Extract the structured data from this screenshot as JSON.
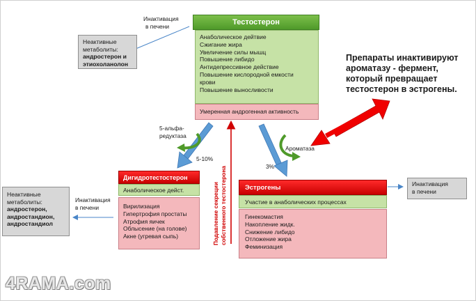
{
  "testosterone": {
    "title": "Тестостерон",
    "effects": [
      "Анаболическое дейтвие",
      "Сжигание жира",
      "Увеличение силы мышц",
      "Повышение либидо",
      "Антидепрессивное действие",
      "Повышение кислородной  емкости",
      "крови",
      "Повышение выносливости"
    ],
    "activity": "Умеренная андрогенная активность"
  },
  "top_inactivation": [
    "Инактивация",
    "в печени"
  ],
  "top_metabolites": {
    "line1": "Неактивные",
    "line2": "метаболиты:",
    "bold1": "андростерон и",
    "bold2": "этиохоланолон"
  },
  "note": [
    "Препараты инактивируют",
    "ароматазу - фермент,",
    "который превращает",
    "тестостерон в эстрогены."
  ],
  "alpha_reductase": [
    "5-альфа-",
    "редуктаза"
  ],
  "percent_dht": "5-10%",
  "aromatase": "Ароматаза",
  "percent_estrogen": "3%",
  "suppression": [
    "Подавление секреции",
    "собственного тестостерона"
  ],
  "dht": {
    "title": "Дигидротестостерон",
    "subtitle": "Анаболическое дейст.",
    "effects": [
      "Вирилизация",
      "Гипертрофия простаты",
      "Атрофия яичек",
      "Облысение (на голове)",
      "Акне (угревая сыпь)"
    ]
  },
  "left_inactivation": [
    "Инактивация",
    "в печени"
  ],
  "left_metabolites": {
    "line1": "Неактивные",
    "line2": "метаболиты:",
    "bold1": "андростерон,",
    "bold2": "андростандион,",
    "bold3": "андростандиол"
  },
  "estrogens": {
    "title": "Эстрогены",
    "subtitle": "Участие в анаболических процессах",
    "effects": [
      "Гинекомастия",
      "Накопление жидк.",
      "Снижение либидо",
      "Отложение жира",
      "Феминизация"
    ]
  },
  "right_inactivation": [
    "Инактивация",
    "в печени"
  ],
  "watermark": "4RAMA.com",
  "colors": {
    "green_header": "#5fa832",
    "green_body": "#c6e2a6",
    "red_header": "#e00000",
    "pink_body": "#f4b8bc",
    "grey_box": "#d7d7d7",
    "blue_arrow": "#5b9bd5"
  }
}
